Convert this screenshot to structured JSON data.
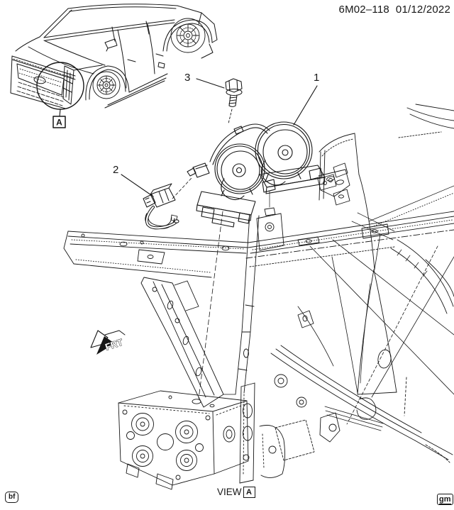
{
  "header": {
    "drawing_number": "6M02–118",
    "date": "01/12/2022"
  },
  "callouts": {
    "part1_label": "1",
    "part2_label": "2",
    "part3_label": "3",
    "detail_letter": "A"
  },
  "direction_indicator": {
    "label": "FRT"
  },
  "footer": {
    "view_label": "VIEW",
    "view_letter": "A",
    "left_code": "bf",
    "right_code": "gm"
  },
  "colors": {
    "line": "#161616",
    "background": "#ffffff"
  }
}
